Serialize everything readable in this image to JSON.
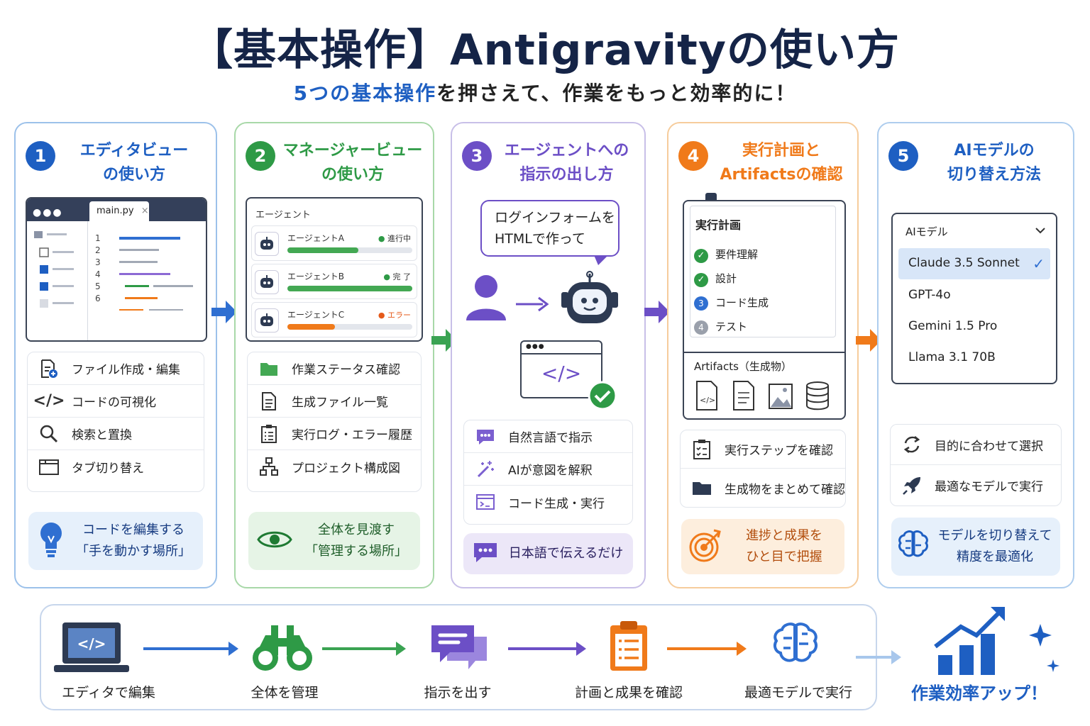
{
  "title": "【基本操作】Antigravityの使い方",
  "subtitle_highlight": "5つの基本操作",
  "subtitle_rest": "を押さえて、作業をもっと効率的に！",
  "colors": {
    "blue": "#1e5fc2",
    "green": "#2e9a46",
    "purple": "#6c4fc6",
    "orange": "#f07a1a",
    "navy": "#152447"
  },
  "cards": [
    {
      "number": "1",
      "title_l1": "エディタビュー",
      "title_l2": "の使い方",
      "editor": {
        "tab": "main.py",
        "close": "×",
        "lines": [
          "1",
          "2",
          "3",
          "4",
          "5",
          "6"
        ]
      },
      "features": [
        "ファイル作成・編集",
        "コードの可視化",
        "検索と置換",
        "タブ切り替え"
      ],
      "summary_l1": "コードを編集する",
      "summary_l2": "「手を動かす場所」"
    },
    {
      "number": "2",
      "title_l1": "マネージャービュー",
      "title_l2": "の使い方",
      "panel_title": "エージェント",
      "agents": [
        {
          "name": "エージェントA",
          "status": "進行中",
          "progress": 0.57
        },
        {
          "name": "エージェントB",
          "status": "完 了",
          "progress": 1.0
        },
        {
          "name": "エージェントC",
          "status": "エラー",
          "progress": 0.38
        }
      ],
      "features": [
        "作業ステータス確認",
        "生成ファイル一覧",
        "実行ログ・エラー履歴",
        "プロジェクト構成図"
      ],
      "summary_l1": "全体を見渡す",
      "summary_l2": "「管理する場所」"
    },
    {
      "number": "3",
      "title_l1": "エージェントへの",
      "title_l2": "指示の出し方",
      "bubble_l1": "ログインフォームを",
      "bubble_l2": "HTMLで作って",
      "code_glyph": "</>",
      "features": [
        "自然言語で指示",
        "AIが意図を解釈",
        "コード生成・実行"
      ],
      "summary": "日本語で伝えるだけ"
    },
    {
      "number": "4",
      "title_l1": "実行計画と",
      "title_l2": "Artifactsの確認",
      "plan_title": "実行計画",
      "plan_steps": [
        {
          "label": "要件理解",
          "state": "done"
        },
        {
          "label": "設計",
          "state": "done"
        },
        {
          "label": "コード生成",
          "state": "3"
        },
        {
          "label": "テスト",
          "state": "4"
        }
      ],
      "artifacts_title": "Artifacts（生成物）",
      "features": [
        "実行ステップを確認",
        "生成物をまとめて確認"
      ],
      "summary_l1": "進捗と成果を",
      "summary_l2": "ひと目で把握"
    },
    {
      "number": "5",
      "title_l1": "AIモデルの",
      "title_l2": "切り替え方法",
      "dropdown_label": "AIモデル",
      "models": [
        "Claude 3.5 Sonnet",
        "GPT-4o",
        "Gemini 1.5 Pro",
        "Llama 3.1 70B"
      ],
      "selected_model": "Claude 3.5 Sonnet",
      "features": [
        "目的に合わせて選択",
        "最適なモデルで実行"
      ],
      "summary_l1": "モデルを切り替えて",
      "summary_l2": "精度を最適化"
    }
  ],
  "flow": {
    "steps": [
      "エディタで編集",
      "全体を管理",
      "指示を出す",
      "計画と成果を確認",
      "最適モデルで実行"
    ],
    "result": "作業効率アップ！"
  }
}
